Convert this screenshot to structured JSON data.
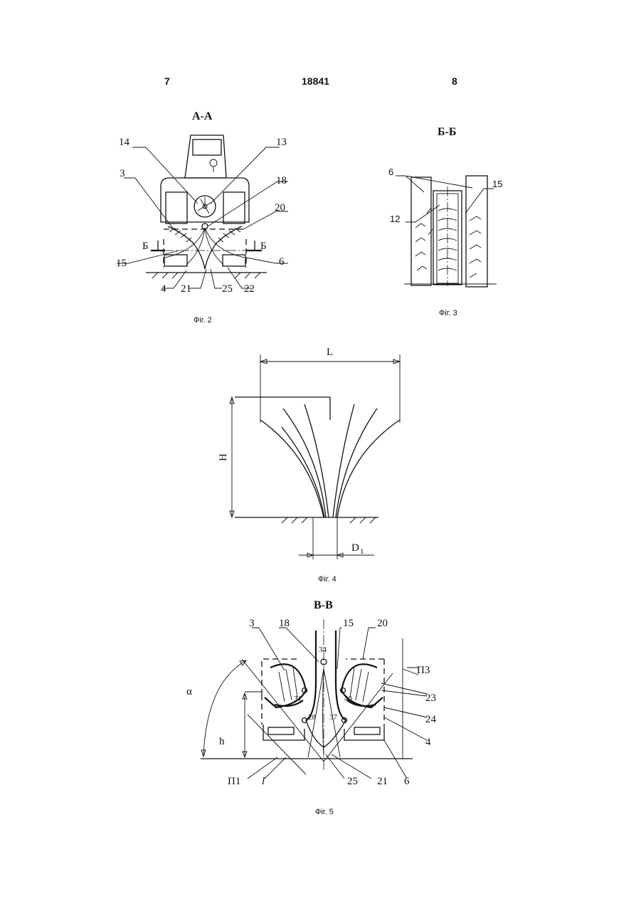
{
  "header": {
    "page_left": "7",
    "patent_number": "18841",
    "page_right": "8"
  },
  "fig2": {
    "title": "А-А",
    "caption": "Фіг. 2",
    "labels": {
      "n14": "14",
      "n13": "13",
      "n3": "3",
      "n18": "18",
      "n20": "20",
      "b_left": "Б",
      "b_right": "Б",
      "n15": "15",
      "n6": "6",
      "n4": "4",
      "n21": "21",
      "n25": "25",
      "n22": "22"
    }
  },
  "fig3": {
    "title": "Б-Б",
    "caption": "Фіг. 3",
    "labels": {
      "n6": "6",
      "n15": "15",
      "n12": "12"
    }
  },
  "fig4": {
    "caption": "Фіг. 4",
    "labels": {
      "L": "L",
      "H": "H",
      "D1": "D",
      "D1_sub": "1"
    }
  },
  "fig5": {
    "title": "В-В",
    "caption": "Фіг. 5",
    "labels": {
      "n3": "3",
      "n18": "18",
      "n15": "15",
      "n20": "20",
      "n34": "34",
      "n23": "23",
      "n24": "24",
      "n4": "4",
      "n6": "6",
      "n21": "21",
      "n25": "25",
      "n31": "31",
      "n40": "40",
      "n28": "28",
      "n37": "37",
      "alpha": "α",
      "h": "h",
      "P1": "П1",
      "P3": "П3",
      "l": "l"
    }
  }
}
